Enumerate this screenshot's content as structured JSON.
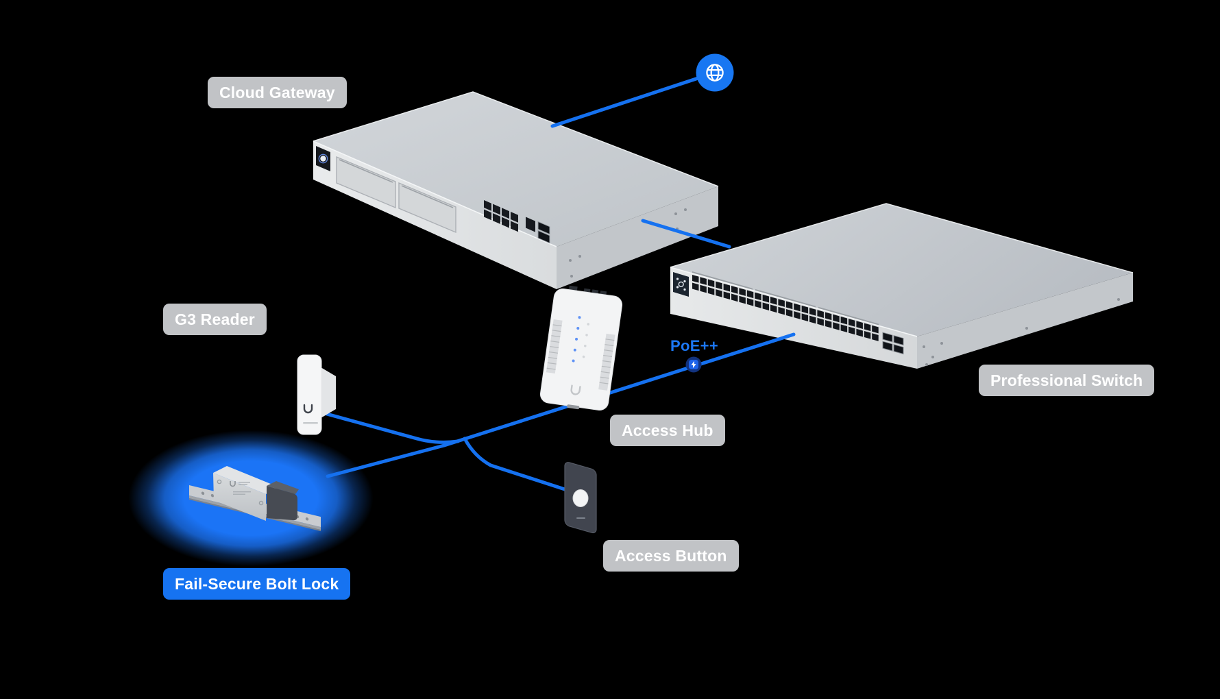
{
  "diagram": {
    "background": "#000000",
    "nodes": {
      "cloud_gateway": {
        "label": "Cloud Gateway",
        "badge": "gray"
      },
      "g3_reader": {
        "label": "G3 Reader",
        "badge": "gray"
      },
      "professional_switch": {
        "label": "Professional Switch",
        "badge": "gray"
      },
      "access_hub": {
        "label": "Access Hub",
        "badge": "gray"
      },
      "access_button": {
        "label": "Access Button",
        "badge": "gray"
      },
      "fail_secure_bolt_lock": {
        "label": "Fail-Secure Bolt Lock",
        "badge": "blue",
        "highlighted": true
      }
    },
    "poe_label": "PoE++",
    "icons": {
      "internet": "globe-icon",
      "poe": "lightning-bolt-icon"
    },
    "colors": {
      "connection_line": "#1571F0",
      "badge_gray": "#C7C9CC",
      "badge_blue": "#1673F1",
      "badge_text": "#FFFFFF",
      "poe_text": "#1C78F5",
      "poe_badge_outer": "#12337F",
      "poe_badge_inner": "#1E63E9",
      "globe_circle": "#1877F2",
      "highlight_glow": "#1B74F6",
      "device_gray_top": "#C9CDD1",
      "device_gray_front": "#E3E5E7",
      "device_dark": "#41454F"
    }
  }
}
